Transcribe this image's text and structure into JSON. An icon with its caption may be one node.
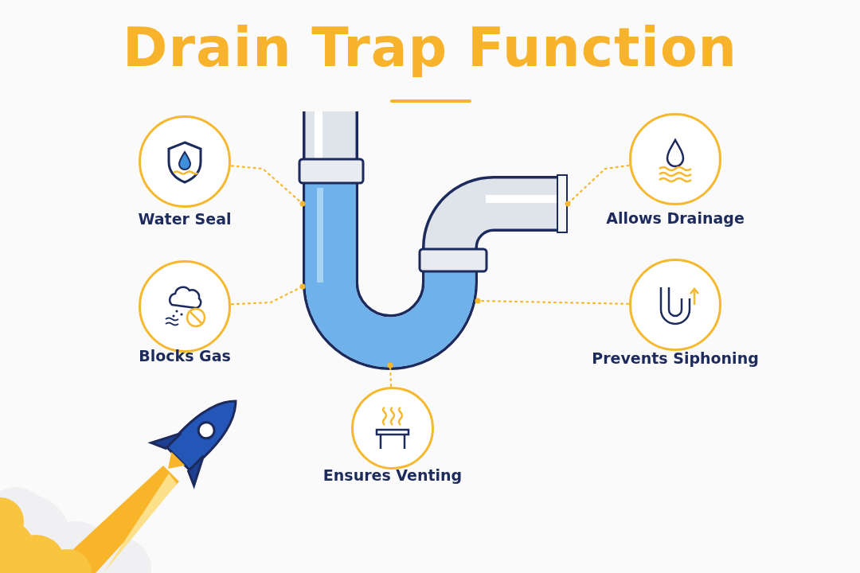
{
  "diagram": {
    "title": "Drain Trap Function",
    "nodes": [
      {
        "text": [
          "Water Seal"
        ]
      },
      {
        "text": [
          "Allows Drainage"
        ]
      },
      {
        "text": [
          "Blocks Gas"
        ]
      },
      {
        "text": [
          "Prevents Siphoning"
        ]
      },
      {
        "text": [
          "Ensures Venting"
        ]
      },
      {
        "text": [],
        "shape": "picture"
      }
    ],
    "edges": [
      {
        "from": 0,
        "to": 5,
        "arrow": "other"
      },
      {
        "from": 1,
        "to": 5,
        "arrow": "other"
      },
      {
        "from": 2,
        "to": 5,
        "arrow": "other"
      },
      {
        "from": 3,
        "to": 5,
        "arrow": "other"
      },
      {
        "from": 4,
        "to": 5,
        "arrow": "other"
      }
    ]
  }
}
